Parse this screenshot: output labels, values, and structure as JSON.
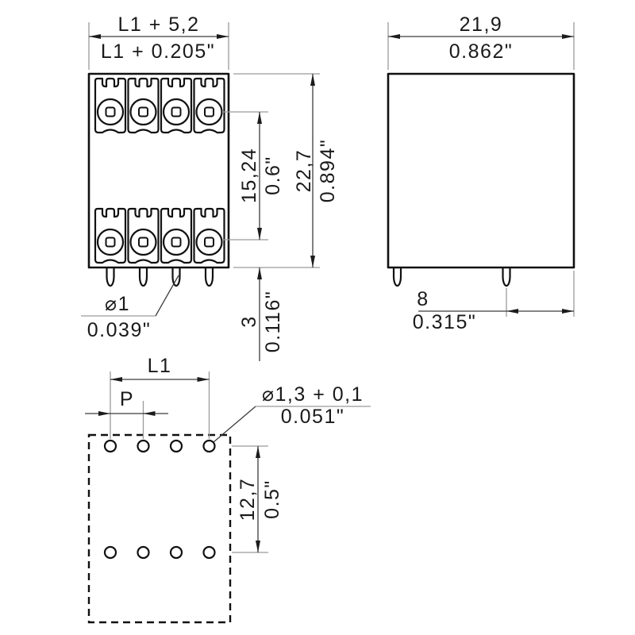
{
  "colors": {
    "object_line": "#111111",
    "dimension_line": "#3c3c3c",
    "extension_line": "#9b9b9b",
    "background": "#ffffff",
    "text": "#1a1a1a"
  },
  "front_view": {
    "width_mm": "L1 + 5,2",
    "width_in": "L1 + 0.205\"",
    "row_pitch_mm": "15,24",
    "row_pitch_in": "0.6\"",
    "height_mm": "22,7",
    "height_in": "0.894\"",
    "pin_dia_mm": "⌀1",
    "pin_dia_in": "0.039\"",
    "pin_length_mm": "3",
    "pin_length_in": "0.116\""
  },
  "side_view": {
    "width_mm": "21,9",
    "width_in": "0.862\"",
    "pin_to_edge_mm": "8",
    "pin_to_edge_in": "0.315\""
  },
  "drill_plan": {
    "length_label": "L1",
    "pitch_label": "P",
    "hole_dia_mm": "⌀1,3 + 0,1",
    "hole_dia_in": "0.051\"",
    "row_pitch_mm": "12,7",
    "row_pitch_in": "0.5\""
  }
}
